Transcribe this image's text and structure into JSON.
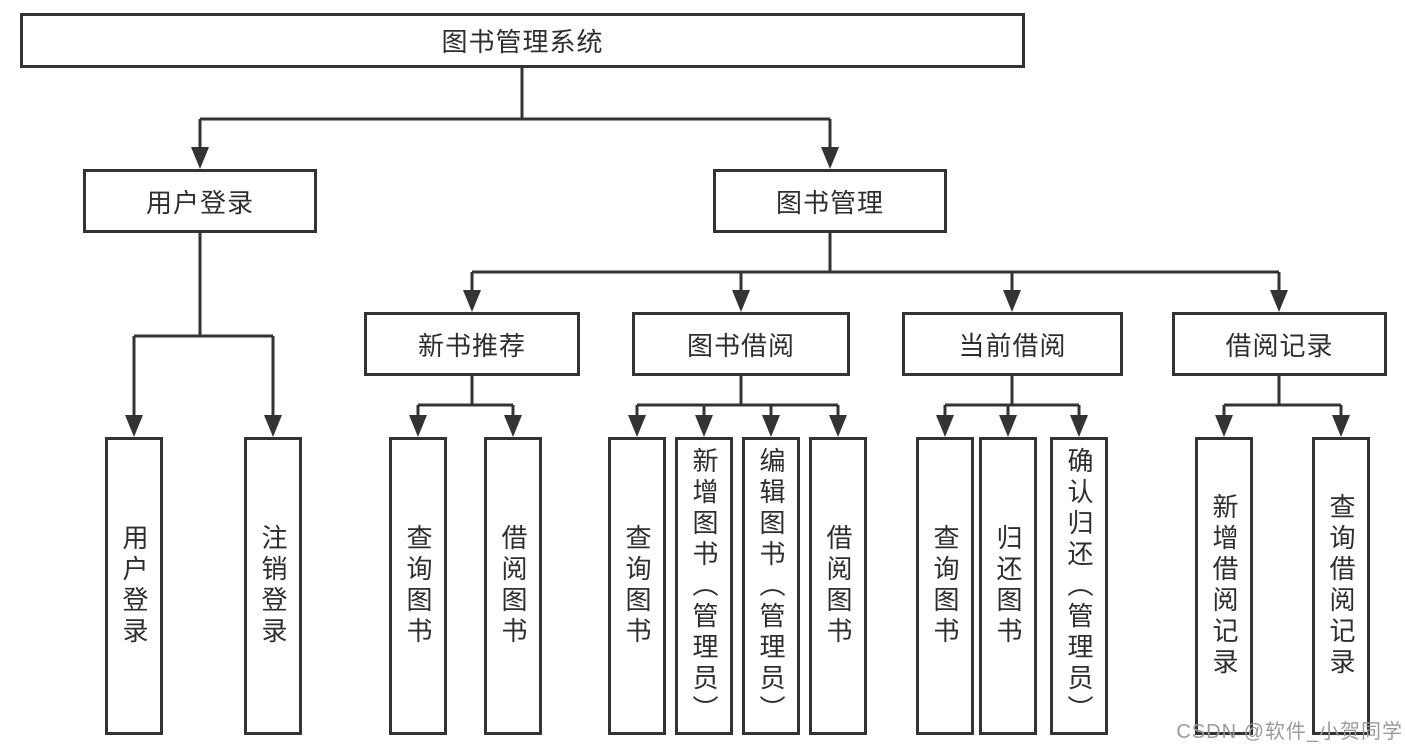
{
  "tree": {
    "label": "图书管理系统",
    "children": [
      {
        "label": "用户登录",
        "children": [
          {
            "label": "用户登录"
          },
          {
            "label": "注销登录"
          }
        ]
      },
      {
        "label": "图书管理",
        "children": [
          {
            "label": "新书推荐",
            "children": [
              {
                "label": "查询图书"
              },
              {
                "label": "借阅图书"
              }
            ]
          },
          {
            "label": "图书借阅",
            "children": [
              {
                "label": "查询图书"
              },
              {
                "label": "新增图书（管理员）"
              },
              {
                "label": "编辑图书（管理员）"
              },
              {
                "label": "借阅图书"
              }
            ]
          },
          {
            "label": "当前借阅",
            "children": [
              {
                "label": "查询图书"
              },
              {
                "label": "归还图书"
              },
              {
                "label": "确认归还（管理员）"
              }
            ]
          },
          {
            "label": "借阅记录",
            "children": [
              {
                "label": "新增借阅记录"
              },
              {
                "label": "查询借阅记录"
              }
            ]
          }
        ]
      }
    ]
  },
  "watermark": {
    "text": "CSDN @软件_小贺同学"
  },
  "colors": {
    "line": "#333333",
    "box_border": "#333333",
    "text": "#2e2e2e",
    "watermark": "#9b9b9b",
    "background": "#ffffff"
  }
}
